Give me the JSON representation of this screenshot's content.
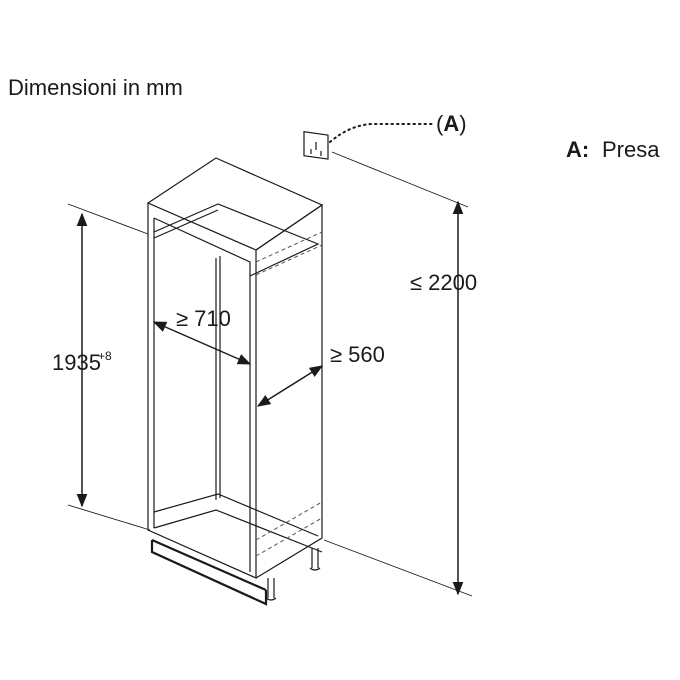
{
  "title": "Dimensioni in mm",
  "callout": {
    "marker": "(A)"
  },
  "legend": {
    "key": "A:",
    "text": "Presa"
  },
  "dimensions": {
    "height": {
      "value": "1935",
      "tolerance": "+8"
    },
    "width": "≥ 710",
    "depth": "≥ 560",
    "socket_height": "≤ 2200"
  },
  "icons": [
    "socket-icon"
  ]
}
